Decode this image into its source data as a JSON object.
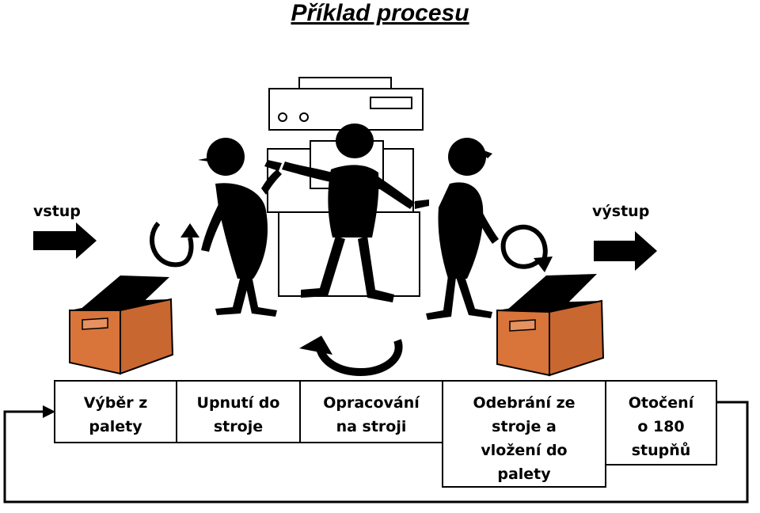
{
  "title": "Příklad procesu",
  "input_label": "vstup",
  "output_label": "výstup",
  "steps": [
    {
      "label": "Výběr z\npalety"
    },
    {
      "label": "Upnutí do\nstroje"
    },
    {
      "label": "Opracování\nna stroji"
    },
    {
      "label": "Odebrání ze\nstroje a\nvložení do\npalety"
    },
    {
      "label": "Otočení\no 180\nstupňů"
    }
  ],
  "colors": {
    "box_fill": "#D9743A",
    "ink": "#000000"
  },
  "icons": [
    "machine-icon",
    "worker-icon",
    "pallet-box-icon",
    "arrow-icon",
    "rotate-arrow-icon"
  ]
}
